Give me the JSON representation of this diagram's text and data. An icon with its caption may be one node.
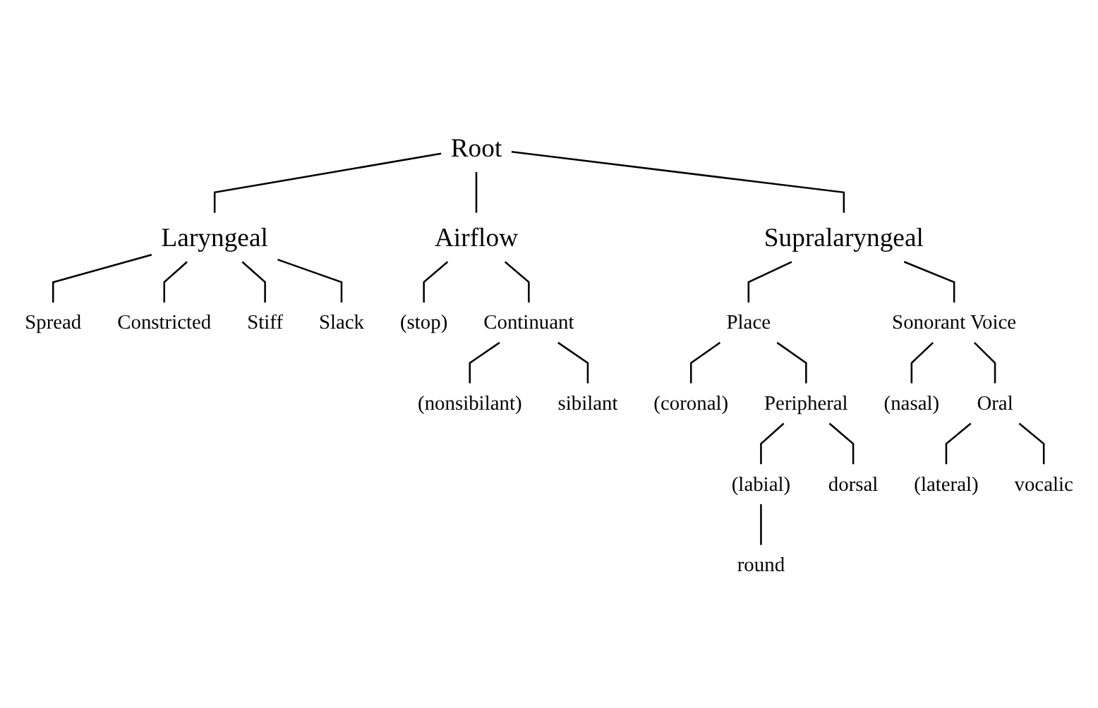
{
  "diagram": {
    "nodes": [
      {
        "text": [
          "Root"
        ]
      },
      {
        "text": [
          "Laryngeal"
        ]
      },
      {
        "text": [
          "Supralaryngeal"
        ]
      },
      {
        "text": [
          "Airflow"
        ]
      },
      {
        "text": [
          "Spread"
        ]
      },
      {
        "text": [
          "Constricted"
        ]
      },
      {
        "text": [
          "Stiff"
        ]
      },
      {
        "text": [
          "Slack"
        ]
      },
      {
        "text": [
          "(stop)"
        ]
      },
      {
        "text": [
          "Continuant"
        ]
      },
      {
        "text": [
          "(nonsibilant)"
        ]
      },
      {
        "text": [
          "sibilant"
        ]
      },
      {
        "text": [
          "Place"
        ]
      },
      {
        "text": [
          "Sonorant Voice"
        ]
      },
      {
        "text": [
          "(coronal)"
        ]
      },
      {
        "text": [
          "Peripheral"
        ]
      },
      {
        "text": [
          "(nasal)"
        ]
      },
      {
        "text": [
          "Oral"
        ]
      },
      {
        "text": [
          "(labial)"
        ]
      },
      {
        "text": [
          "dorsal"
        ]
      },
      {
        "text": [
          "(lateral)"
        ]
      },
      {
        "text": [
          "vocalic"
        ]
      },
      {
        "text": [
          "round"
        ]
      }
    ],
    "edges": [
      {
        "from": 0,
        "to": 1,
        "arrow": "none"
      },
      {
        "from": 0,
        "to": 2,
        "arrow": "none"
      },
      {
        "from": 0,
        "to": 3,
        "arrow": "none"
      },
      {
        "from": 1,
        "to": 4,
        "arrow": "none"
      },
      {
        "from": 1,
        "to": 5,
        "arrow": "none"
      },
      {
        "from": 1,
        "to": 6,
        "arrow": "none"
      },
      {
        "from": 1,
        "to": 7,
        "arrow": "none"
      },
      {
        "from": 3,
        "to": 8,
        "arrow": "none"
      },
      {
        "from": 3,
        "to": 9,
        "arrow": "none"
      },
      {
        "from": 9,
        "to": 10,
        "arrow": "none"
      },
      {
        "from": 9,
        "to": 11,
        "arrow": "none"
      },
      {
        "from": 2,
        "to": 12,
        "arrow": "none"
      },
      {
        "from": 2,
        "to": 13,
        "arrow": "none"
      },
      {
        "from": 12,
        "to": 14,
        "arrow": "none"
      },
      {
        "from": 12,
        "to": 15,
        "arrow": "none"
      },
      {
        "from": 13,
        "to": 16,
        "arrow": "none"
      },
      {
        "from": 13,
        "to": 17,
        "arrow": "none"
      },
      {
        "from": 15,
        "to": 18,
        "arrow": "none"
      },
      {
        "from": 15,
        "to": 19,
        "arrow": "none"
      },
      {
        "from": 17,
        "to": 20,
        "arrow": "none"
      },
      {
        "from": 17,
        "to": 21,
        "arrow": "none"
      },
      {
        "from": 18,
        "to": 22,
        "arrow": "none"
      }
    ]
  }
}
